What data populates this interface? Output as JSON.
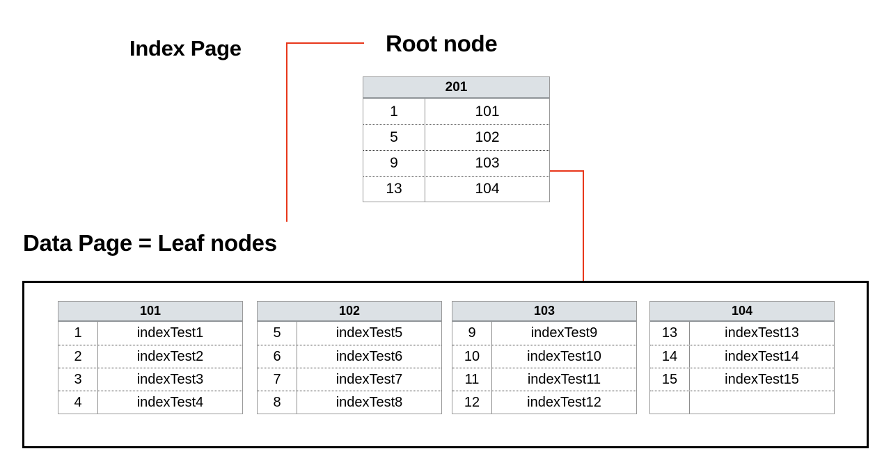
{
  "diagram": {
    "title_labels": {
      "index_page": "Index Page",
      "root_node": "Root node",
      "data_page": "Data Page = Leaf nodes"
    },
    "colors": {
      "connector_red": "#e8371b",
      "header_fill": "#dce1e5",
      "header_border": "#8f9498",
      "node_border": "#9a9a9a",
      "container_border": "#000000"
    },
    "root": {
      "header": "201",
      "rows": [
        {
          "key": "1",
          "value": "101"
        },
        {
          "key": "5",
          "value": "102"
        },
        {
          "key": "9",
          "value": "103"
        },
        {
          "key": "13",
          "value": "104"
        }
      ]
    },
    "leaves": [
      {
        "header": "101",
        "rows": [
          {
            "key": "1",
            "value": "indexTest1"
          },
          {
            "key": "2",
            "value": "indexTest2"
          },
          {
            "key": "3",
            "value": "indexTest3"
          },
          {
            "key": "4",
            "value": "indexTest4"
          }
        ]
      },
      {
        "header": "102",
        "rows": [
          {
            "key": "5",
            "value": "indexTest5"
          },
          {
            "key": "6",
            "value": "indexTest6"
          },
          {
            "key": "7",
            "value": "indexTest7"
          },
          {
            "key": "8",
            "value": "indexTest8"
          }
        ]
      },
      {
        "header": "103",
        "rows": [
          {
            "key": "9",
            "value": "indexTest9"
          },
          {
            "key": "10",
            "value": "indexTest10"
          },
          {
            "key": "11",
            "value": "indexTest11"
          },
          {
            "key": "12",
            "value": "indexTest12"
          }
        ]
      },
      {
        "header": "104",
        "rows": [
          {
            "key": "13",
            "value": "indexTest13"
          },
          {
            "key": "14",
            "value": "indexTest14"
          },
          {
            "key": "15",
            "value": "indexTest15"
          },
          {
            "key": "",
            "value": ""
          }
        ]
      }
    ]
  }
}
